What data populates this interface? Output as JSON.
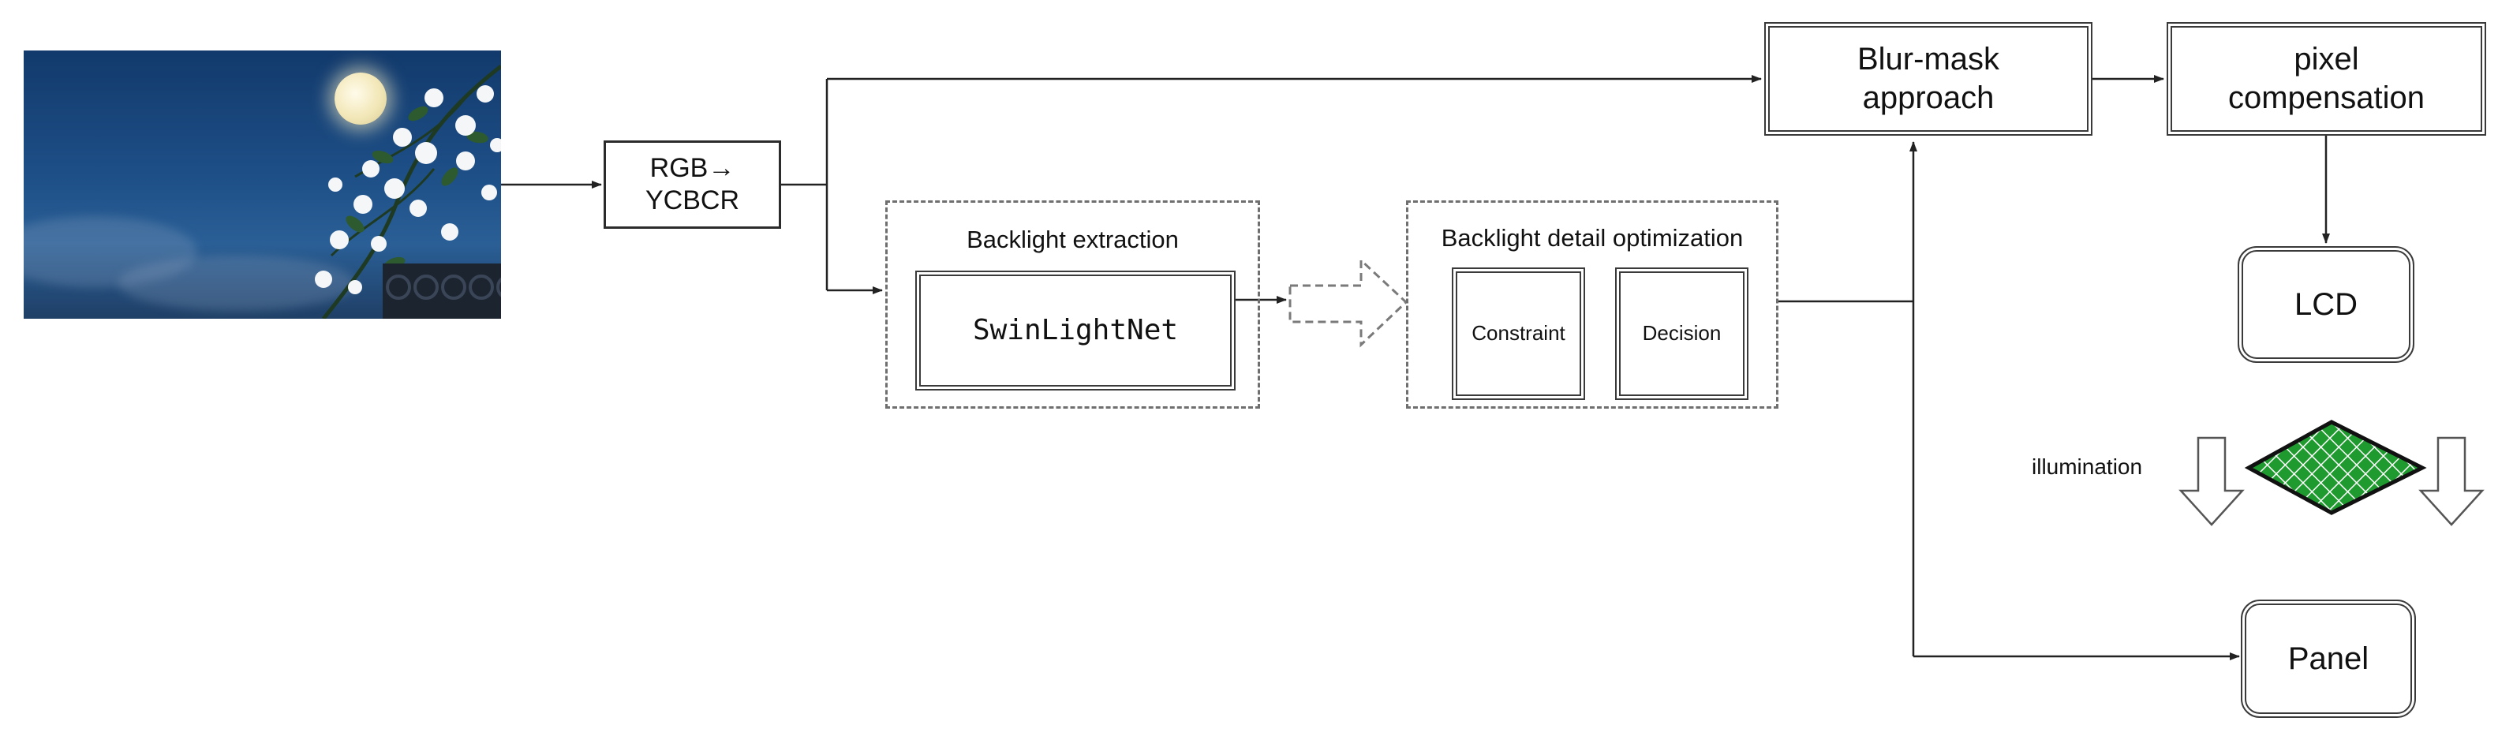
{
  "nodes": {
    "rgb_ycbcr": {
      "line1": "RGB→",
      "line2": "YCBCR"
    },
    "backlight_extraction": {
      "title": "Backlight extraction",
      "net": "SwinLightNet"
    },
    "backlight_detail": {
      "title": "Backlight detail optimization",
      "constraint": "Constraint",
      "decision": "Decision"
    },
    "blur_mask": {
      "line1": "Blur-mask",
      "line2": "approach"
    },
    "pixel_comp": {
      "line1": "pixel",
      "line2": "compensation"
    },
    "lcd": {
      "label": "LCD"
    },
    "panel": {
      "label": "Panel"
    },
    "illumination": {
      "label": "illumination"
    }
  },
  "colors": {
    "diffuser_green": "#1f9a2e",
    "line": "#222222",
    "dashed_border": "#6f6f6f"
  },
  "image": {
    "subject": "moon-night-flowers-photo"
  }
}
